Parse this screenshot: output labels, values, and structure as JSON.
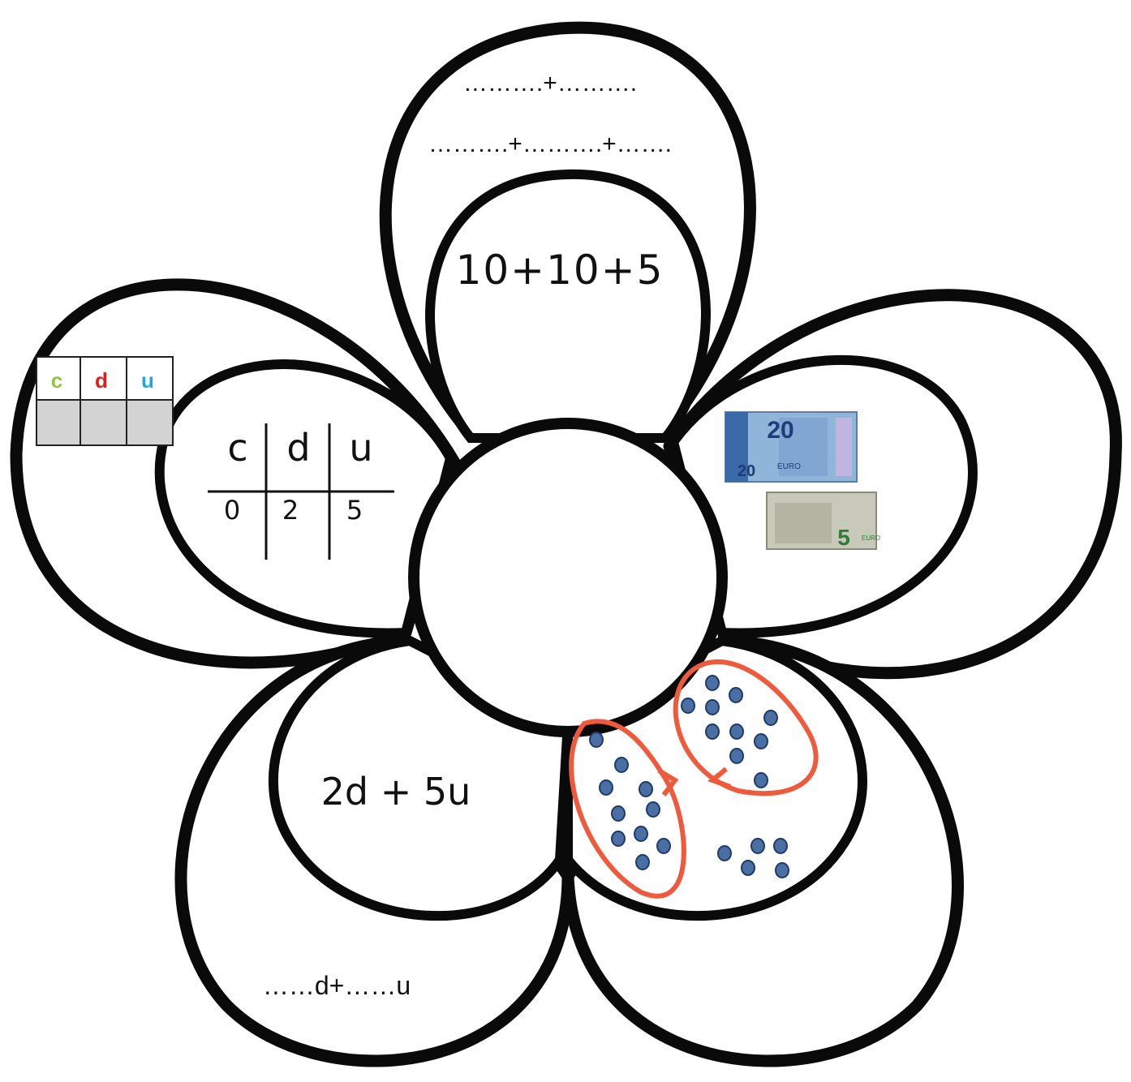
{
  "petal_top": {
    "blank_line_1": "……….+……….",
    "blank_line_2": "……….+……….+…….",
    "sum": "10+10+5"
  },
  "petal_left": {
    "small_table_headers": [
      "c",
      "d",
      "u"
    ],
    "small_table_header_colors": [
      "#8dc63f",
      "#e01e1e",
      "#1ea8e0"
    ],
    "table_headers": [
      "c",
      "d",
      "u"
    ],
    "table_values": [
      "0",
      "2",
      "5"
    ]
  },
  "petal_right": {
    "banknote_20": "20",
    "banknote_5": "5",
    "banknote_currency": "EURO"
  },
  "petal_bottom_left": {
    "expression": "2d + 5u",
    "blank_line": "……d+……u"
  },
  "petal_bottom_right": {
    "group_counts": [
      10,
      10,
      5
    ],
    "bead_color": "#4a6fa5",
    "loop_color": "#ef5a3c"
  },
  "colors": {
    "outline": "#0a0a0a",
    "background": "#ffffff"
  }
}
